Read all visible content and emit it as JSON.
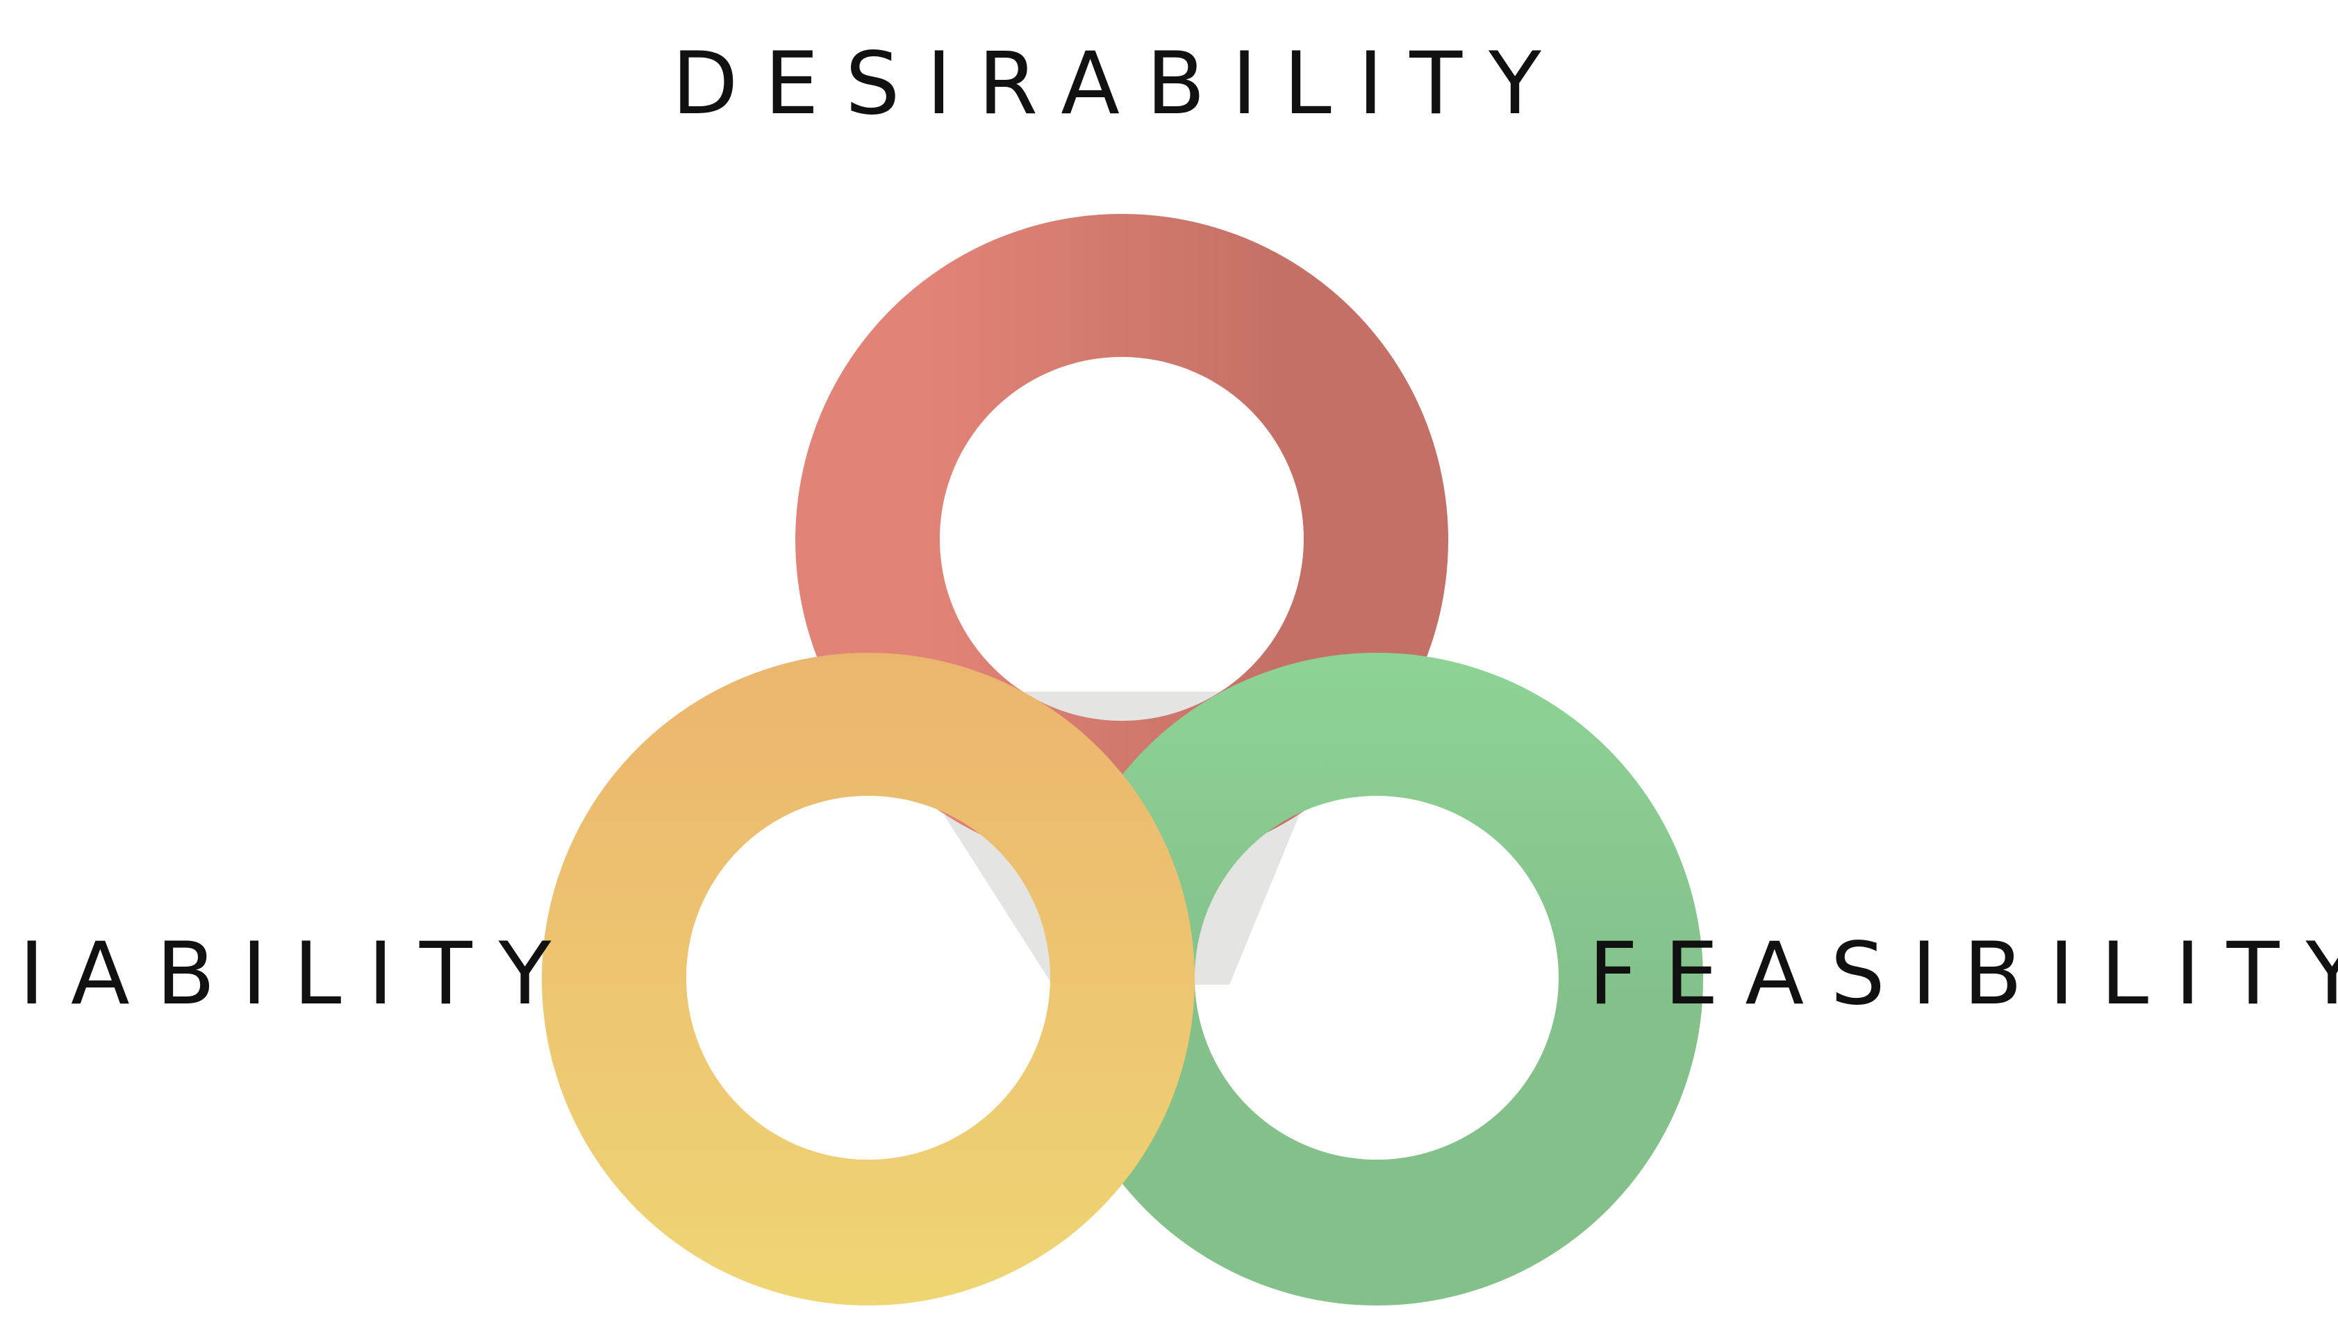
{
  "labels": {
    "desirability": "DESIRABILITY",
    "viability": "VIABILITY",
    "feasibility": "FEASIBILITY"
  },
  "colors": {
    "desirability_left": "#E28377",
    "desirability_right": "#C47066",
    "viability_top": "#EBB56D",
    "viability_bottom": "#EFD574",
    "feasibility_top": "#8ED396",
    "feasibility_bottom": "#83C08A",
    "center_overlap": "#E4E4E2",
    "label_text": "#111111",
    "background": "#FFFFFF"
  }
}
